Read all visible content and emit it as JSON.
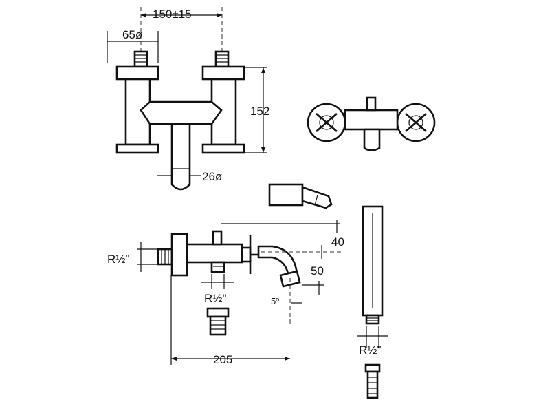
{
  "dimensions": {
    "center_distance": "150±15",
    "inlet_diameter": "65ø",
    "height": "152",
    "spout_diameter": "26ø",
    "depth_upper": "40",
    "depth_lower": "50",
    "wall_thread_left": "R½\"",
    "outlet_thread_bottom": "R½\"",
    "spout_angle": "5º",
    "length": "205",
    "shower_thread": "R½\""
  },
  "colors": {
    "line": "#111111",
    "background": "#ffffff"
  }
}
